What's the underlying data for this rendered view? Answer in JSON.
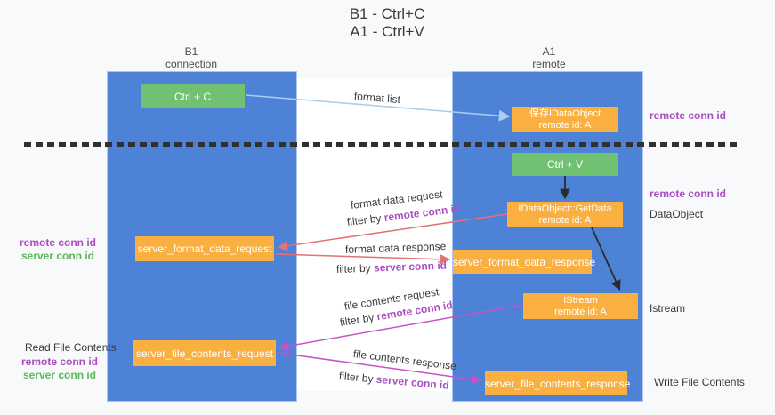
{
  "title": {
    "line1": "B1 - Ctrl+C",
    "line2": "A1 - Ctrl+V"
  },
  "lifelines": {
    "left": {
      "name": "B1",
      "sub": "connection"
    },
    "right": {
      "name": "A1",
      "sub": "remote"
    }
  },
  "nodes": {
    "ctrl_c": {
      "label": "Ctrl + C"
    },
    "ctrl_v": {
      "label": "Ctrl + V"
    },
    "save_dataobject": {
      "line1": "保存IDataObject",
      "line2": "remote id: A"
    },
    "getdata": {
      "line1": "IDataObject::GetData",
      "line2": "remote id: A"
    },
    "istream": {
      "line1": "IStream",
      "line2": "remote id: A"
    },
    "format_request": {
      "label": "server_format_data_request"
    },
    "format_response": {
      "label": "server_format_data_response"
    },
    "file_request": {
      "label": "server_file_contents_request"
    },
    "file_response": {
      "label": "server_file_contents_response"
    }
  },
  "messages": {
    "format_list": "format list",
    "format_data_request": "format data request",
    "format_data_response": "format data response",
    "file_contents_request": "file contents request",
    "file_contents_response": "file contents response"
  },
  "filters": {
    "prefix": "filter by",
    "remote": "remote conn id",
    "server": "server conn id"
  },
  "annotations": {
    "right_top_conn": "remote conn id",
    "right_mid_conn": "remote conn id",
    "dataobject": "DataObject",
    "istream": "Istream",
    "write_file": "Write File Contents",
    "read_file": "Read File Contents",
    "left_mid_remote": "remote conn id",
    "left_mid_server": "server conn id",
    "left_bottom_remote": "remote conn id",
    "left_bottom_server": "server conn id"
  },
  "colors": {
    "lifeline_blue": "#4d82d7",
    "node_green": "#72c072",
    "node_orange": "#f9b041",
    "conn_purple": "#aa4fc2",
    "conn_green": "#5cb85c",
    "arrow_blue": "#a9cfee",
    "arrow_red": "#e47272",
    "arrow_magenta": "#c653c6",
    "arrow_black": "#2b2b2b"
  }
}
